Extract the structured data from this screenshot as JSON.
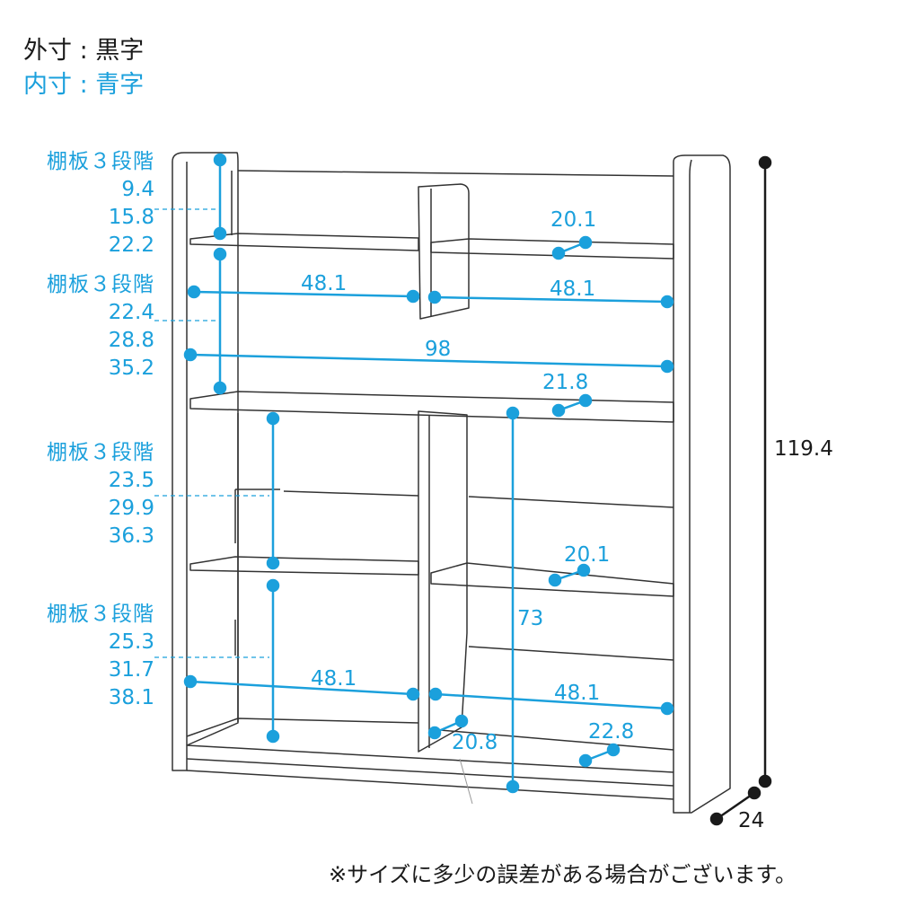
{
  "legend": {
    "outer": "外寸 : 黒字",
    "inner": "内寸 : 青字"
  },
  "shelf_groups": [
    {
      "title": "棚板３段階",
      "values": [
        "9.4",
        "15.8",
        "22.2"
      ]
    },
    {
      "title": "棚板３段階",
      "values": [
        "22.4",
        "28.8",
        "35.2"
      ]
    },
    {
      "title": "棚板３段階",
      "values": [
        "23.5",
        "29.9",
        "36.3"
      ]
    },
    {
      "title": "棚板３段階",
      "values": [
        "25.3",
        "31.7",
        "38.1"
      ]
    }
  ],
  "inner_dims": {
    "top_depth": "20.1",
    "upper_left_width": "48.1",
    "upper_right_width": "48.1",
    "full_width": "98",
    "mid_depth": "21.8",
    "lower_depth": "20.1",
    "lower_height": "73",
    "bottom_left_width": "48.1",
    "bottom_right_width": "48.1",
    "bottom_center_depth": "20.8",
    "bottom_right_depth": "22.8"
  },
  "outer_dims": {
    "height": "119.4",
    "depth": "24"
  },
  "colors": {
    "inner": "#1ba0dc",
    "outer": "#1a1a1a",
    "furniture_line": "#333333"
  },
  "note": "※サイズに多少の誤差がある場合がございます。"
}
